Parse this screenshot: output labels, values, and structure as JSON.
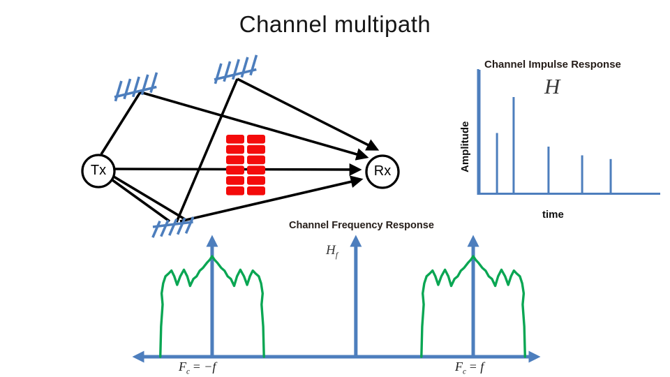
{
  "slide": {
    "title": "Channel multipath"
  },
  "diagram": {
    "tx_label": "Tx",
    "rx_label": "Rx",
    "reflector_count": 3,
    "building": {
      "rows": 6,
      "cols": 2,
      "color": "#f40b0b"
    }
  },
  "chart_data": [
    {
      "type": "stem",
      "title": "Channel Impulse Response",
      "xlabel": "time",
      "ylabel": "Amplitude",
      "annotation": "H",
      "x_frac": [
        0.0,
        0.097,
        0.189,
        0.382,
        0.568,
        0.726
      ],
      "amplitude": [
        1.0,
        0.49,
        0.78,
        0.38,
        0.31,
        0.28
      ],
      "ylim": [
        0,
        1
      ],
      "grid": false,
      "axis_color": "#4d7ebd"
    },
    {
      "type": "spectrum",
      "title": "Channel Frequency Response",
      "ylabel": {
        "base": "H",
        "sub": "f"
      },
      "vertical_arrows_x_frac": [
        0.193,
        0.548,
        0.838
      ],
      "spectra": [
        {
          "center_x_frac": 0.193,
          "label": {
            "base": "F",
            "sub": "c",
            "rest": "= −f"
          }
        },
        {
          "center_x_frac": 0.838,
          "label": {
            "base": "F",
            "sub": "c",
            "rest": "= f"
          }
        }
      ],
      "half_width_frac": 0.128,
      "peak_amp": 1.0,
      "profile_half": [
        [
          -1,
          0
        ],
        [
          -0.985,
          0.3
        ],
        [
          -0.955,
          0.52
        ],
        [
          -0.975,
          0.63
        ],
        [
          -0.945,
          0.73
        ],
        [
          -0.9,
          0.8
        ],
        [
          -0.835,
          0.83
        ],
        [
          -0.785,
          0.857
        ],
        [
          -0.73,
          0.8
        ],
        [
          -0.675,
          0.715
        ],
        [
          -0.615,
          0.8
        ],
        [
          -0.545,
          0.865
        ],
        [
          -0.48,
          0.8
        ],
        [
          -0.425,
          0.705
        ],
        [
          -0.36,
          0.775
        ],
        [
          -0.3,
          0.8
        ],
        [
          -0.24,
          0.855
        ],
        [
          -0.175,
          0.885
        ],
        [
          -0.1,
          0.935
        ],
        [
          -0.045,
          0.965
        ],
        [
          0,
          1
        ]
      ],
      "axis_color": "#4d7ebd",
      "color": "#0aa653"
    }
  ]
}
